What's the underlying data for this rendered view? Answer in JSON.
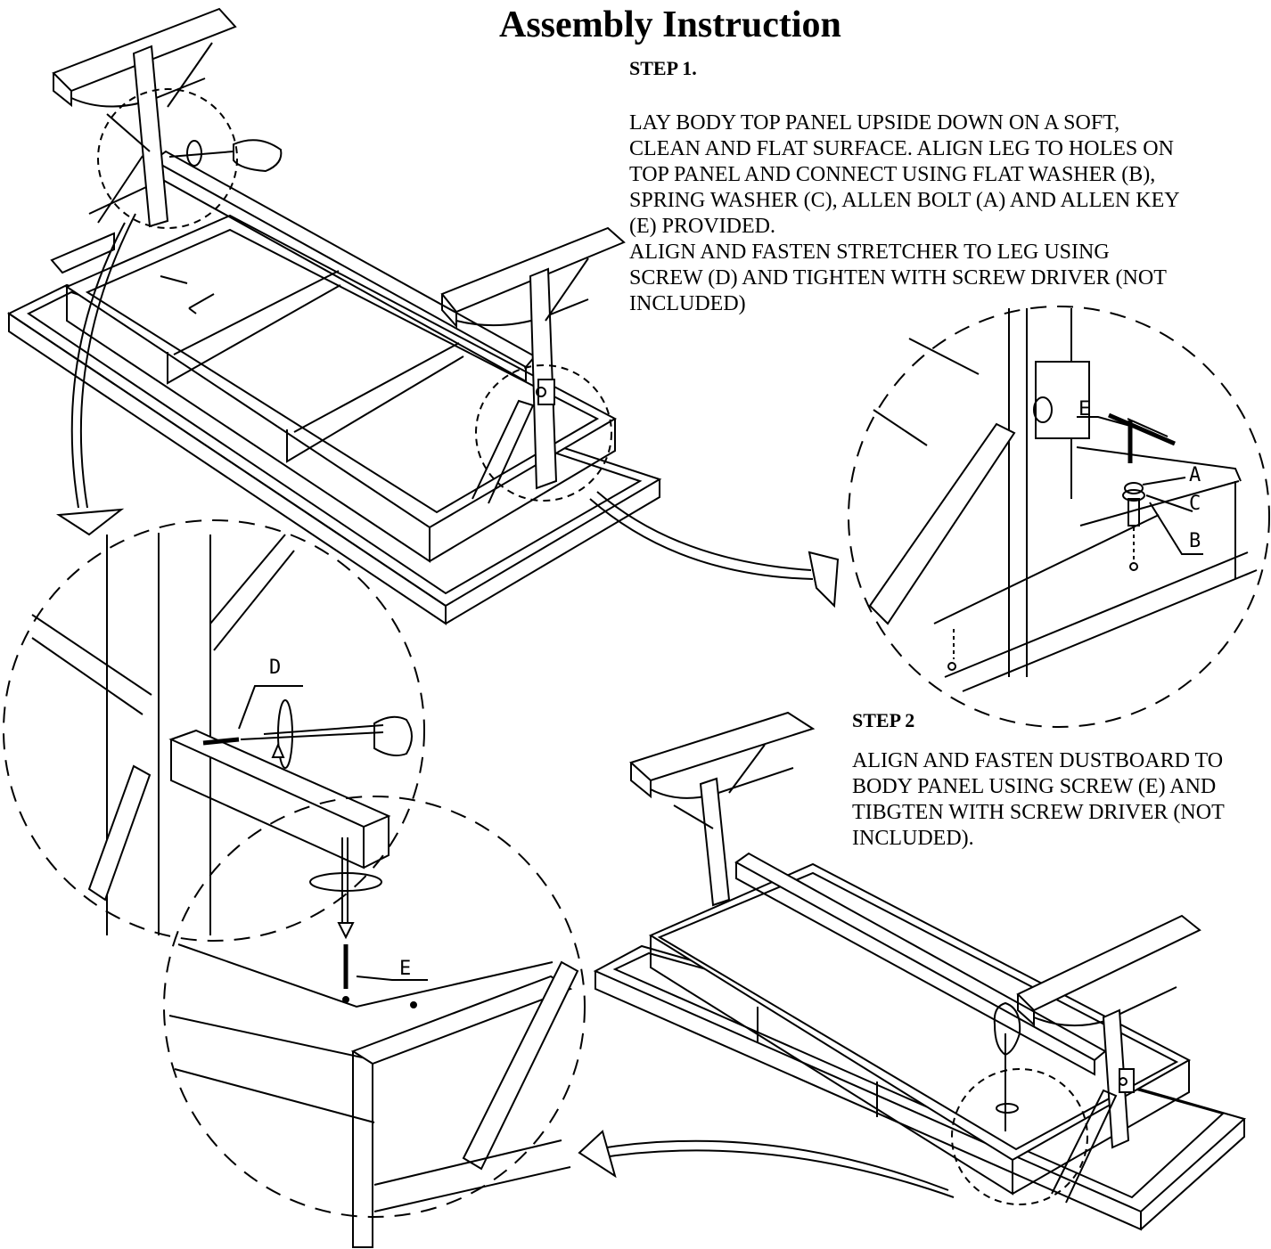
{
  "title": "Assembly Instruction",
  "step1": {
    "heading": "STEP 1.",
    "text": "LAY BODY TOP PANEL UPSIDE DOWN ON A SOFT,\nCLEAN AND FLAT SURFACE. ALIGN LEG TO HOLES ON\nTOP PANEL AND CONNECT USING FLAT WASHER (B),\nSPRING WASHER (C), ALLEN BOLT (A) AND ALLEN KEY\n(E) PROVIDED.\nALIGN AND FASTEN STRETCHER TO LEG USING\nSCREW (D) AND TIGHTEN WITH SCREW DRIVER (NOT\nINCLUDED)"
  },
  "step2": {
    "heading": "STEP 2",
    "text": "ALIGN AND FASTEN DUSTBOARD TO\nBODY PANEL USING SCREW (E) AND\nTIBGTEN WITH SCREW DRIVER (NOT\nINCLUDED)."
  },
  "callouts": {
    "e_allen_key": "E",
    "a_bolt": "A",
    "c_spring_washer": "C",
    "b_flat_washer": "B",
    "d_screw": "D",
    "e_screw": "E"
  }
}
